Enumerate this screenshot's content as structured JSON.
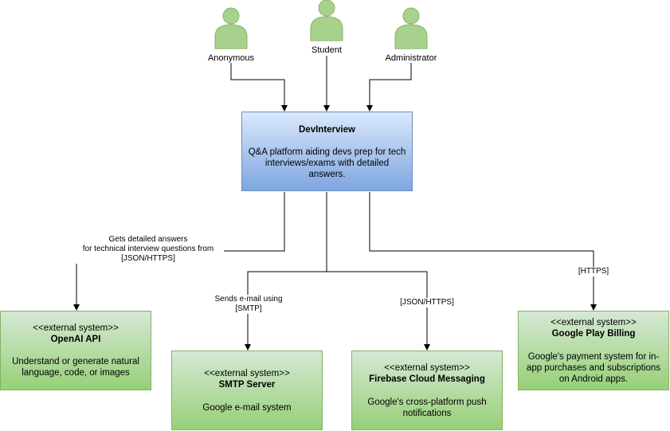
{
  "actors": [
    {
      "id": "anonymous",
      "label": "Anonymous"
    },
    {
      "id": "student",
      "label": "Student"
    },
    {
      "id": "administrator",
      "label": "Administrator"
    }
  ],
  "system": {
    "name": "DevInterview",
    "description": "Q&A platform aiding devs prep for tech interviews/exams with detailed answers.",
    "description_lines": [
      "Q&A platform aiding devs prep for tech",
      "interviews/exams with detailed",
      "answers."
    ]
  },
  "external_systems": {
    "openai": {
      "stereotype": "<<external system>>",
      "name": "OpenAI API",
      "description_lines": [
        "Understand or generate natural",
        "language, code, or images"
      ]
    },
    "smtp": {
      "stereotype": "<<external system>>",
      "name": "SMTP Server",
      "description_lines": [
        "Google e-mail system"
      ]
    },
    "fcm": {
      "stereotype": "<<external system>>",
      "name": "Firebase Cloud Messaging",
      "description_lines": [
        "Google's cross-platform push",
        "notifications"
      ]
    },
    "billing": {
      "stereotype": "<<external system>>",
      "name": "Google Play Billing",
      "description_lines": [
        "Google's payment system for in-",
        "app purchases and subscriptions",
        "on Android apps."
      ]
    }
  },
  "edge_labels": {
    "openai": [
      "Gets detailed answers",
      "for technical interview questions from",
      "[JSON/HTTPS]"
    ],
    "smtp": [
      "Sends e-mail using",
      "[SMTP]"
    ],
    "fcm": [
      "[JSON/HTTPS]"
    ],
    "billing": [
      "[HTTPS]"
    ]
  },
  "colors": {
    "actor_fill": "#a9d18e",
    "actor_stroke": "#82b366",
    "main_fill_top": "#dae8fc",
    "main_fill_bottom": "#7ea6e0",
    "main_stroke": "#6c8ebf",
    "external_fill_top": "#d5e8d4",
    "external_fill_bottom": "#97d077",
    "external_stroke": "#82b366"
  }
}
